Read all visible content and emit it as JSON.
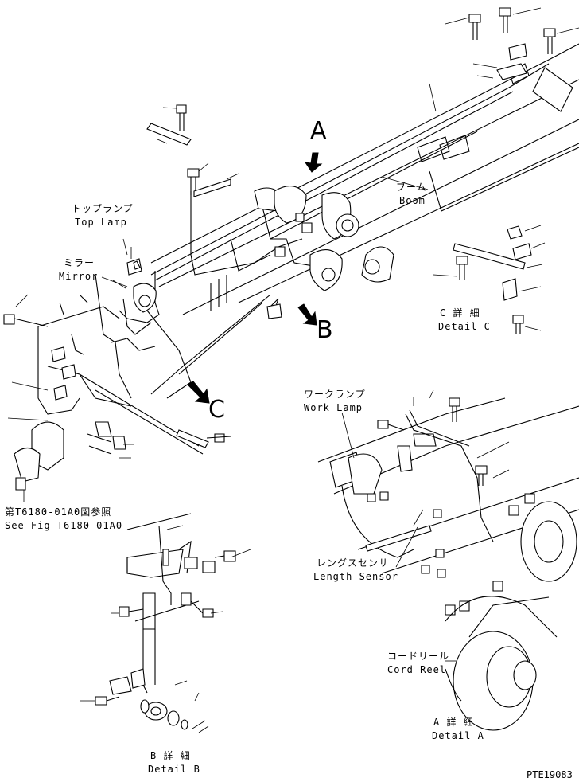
{
  "labels": {
    "top_lamp_jp": "トップランプ",
    "top_lamp_en": "Top Lamp",
    "mirror_jp": "ミラー",
    "mirror_en": "Mirror",
    "boom_jp": "ブーム",
    "boom_en": "Boom",
    "work_lamp_jp": "ワークランプ",
    "work_lamp_en": "Work Lamp",
    "length_sensor_jp": "レングスセンサ",
    "length_sensor_en": "Length Sensor",
    "cord_reel_jp": "コードリール",
    "cord_reel_en": "Cord Reel",
    "see_fig_jp": "第T6180-01A0図参照",
    "see_fig_en": "See Fig T6180-01A0"
  },
  "views": {
    "arrow_a": "A",
    "arrow_b": "B",
    "arrow_c": "C"
  },
  "details": {
    "a_jp": "A 詳 細",
    "a_en": "Detail A",
    "b_jp": "B 詳 細",
    "b_en": "Detail B",
    "c_jp": "C 詳 細",
    "c_en": "Detail C"
  },
  "drawing_code": "PTE19083"
}
